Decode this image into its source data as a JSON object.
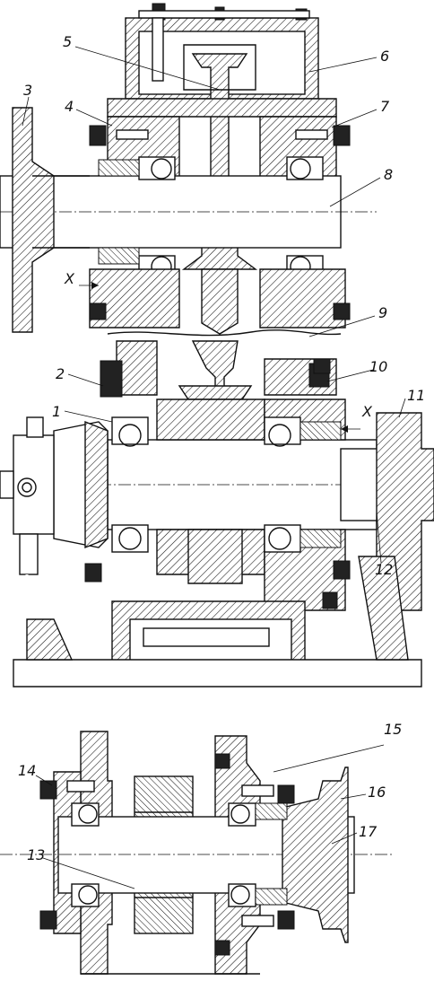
{
  "labels": {
    "l1": "1",
    "l2": "2",
    "l3": "3",
    "l4": "4",
    "l5": "5",
    "l6": "6",
    "l7": "7",
    "l8": "8",
    "l9": "9",
    "l10": "10",
    "l11": "11",
    "l12": "12",
    "l13": "13",
    "l14": "14",
    "l15": "15",
    "l16": "16",
    "l17": "17",
    "x1": "X",
    "x2": "X"
  }
}
